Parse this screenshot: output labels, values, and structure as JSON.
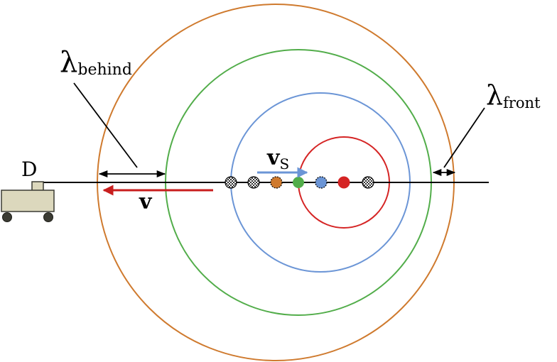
{
  "labels": {
    "lambda_symbol": "λ",
    "behind_sub": "behind",
    "front_sub": "front",
    "detector": "D",
    "velocity": "v",
    "source_v_main": "v",
    "source_v_sub": "S"
  },
  "colors": {
    "wave1": "#cf7a2e",
    "wave2": "#52ad4a",
    "wave3": "#6b95d6",
    "wave4": "#d52424",
    "arrow_v": "#c81e1e",
    "arrow_vs": "#6b95d6",
    "axis": "#000000",
    "cart_body": "#dcd8bd",
    "wheel": "#3b3b33"
  },
  "wavefronts": [
    {
      "name": "wave-orange"
    },
    {
      "name": "wave-green"
    },
    {
      "name": "wave-blue"
    },
    {
      "name": "wave-red"
    }
  ],
  "source_dots": [
    {
      "name": "source-position-1",
      "fill": "checker"
    },
    {
      "name": "source-position-2",
      "fill": "checker"
    },
    {
      "name": "source-position-3",
      "fill": "#cf7a2e"
    },
    {
      "name": "source-position-4",
      "fill": "#52ad4a"
    },
    {
      "name": "source-position-5",
      "fill": "#6b95d6"
    },
    {
      "name": "source-position-6",
      "fill": "#d52424"
    },
    {
      "name": "source-position-7",
      "fill": "checker"
    }
  ]
}
